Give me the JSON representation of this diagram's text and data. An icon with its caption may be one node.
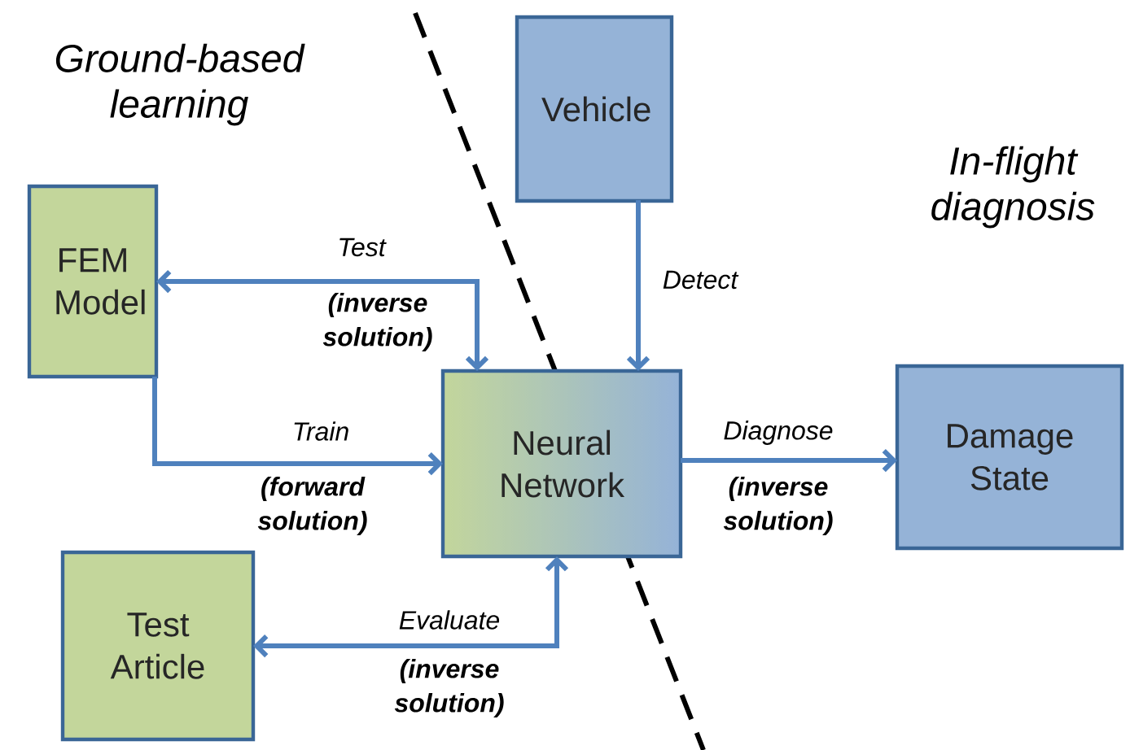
{
  "diagram": {
    "nodes": [
      {
        "text": [
          "Vehicle"
        ]
      },
      {
        "text": [
          "FEM Model"
        ]
      },
      {
        "text": [
          "Neural Network"
        ]
      },
      {
        "text": [
          "Damage State"
        ]
      },
      {
        "text": [
          "Test Article"
        ]
      }
    ],
    "edges": [
      {
        "from": 0,
        "to": 2,
        "arrow": "to",
        "label": "Detect"
      },
      {
        "from": 2,
        "to": 1,
        "arrow": "both",
        "label": "Test"
      },
      {
        "from": 1,
        "to": 2,
        "arrow": "to",
        "label": "Train"
      },
      {
        "from": 2,
        "to": 3,
        "arrow": "to",
        "label": "Diagnose"
      },
      {
        "from": 2,
        "to": 4,
        "arrow": "both",
        "label": "Evaluate"
      }
    ],
    "labels": [
      "Ground-based learning",
      "In-flight diagnosis",
      "(inverse solution)",
      "(forward solution)",
      "(inverse solution)",
      "(inverse solution)"
    ]
  }
}
